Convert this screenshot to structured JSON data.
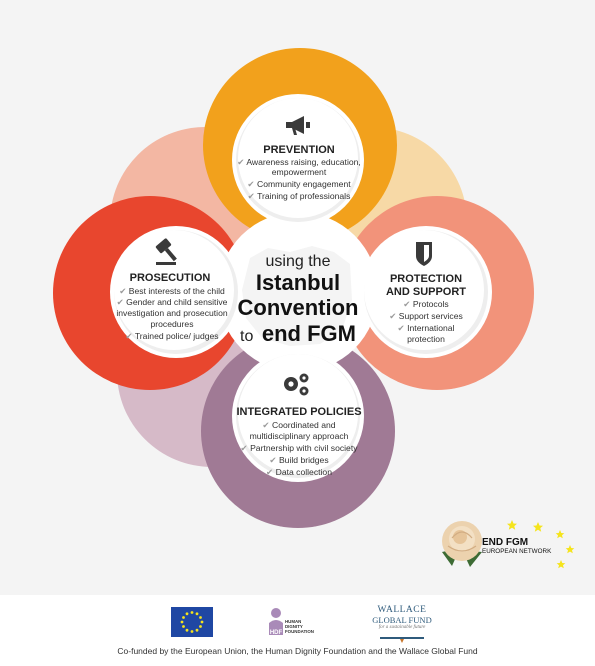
{
  "center": {
    "line1": "using the",
    "line2": "Istanbul",
    "line3": "Convention",
    "line4_prefix": "to",
    "line4_bold": "end FGM"
  },
  "pillars": {
    "prevention": {
      "title": "PREVENTION",
      "icon": "megaphone-icon",
      "color": "#f2a11c",
      "items": [
        "Awareness raising, education,",
        "empowerment",
        "Community engagement",
        "Training of professionals"
      ]
    },
    "prosecution": {
      "title": "PROSECUTION",
      "icon": "gavel-icon",
      "color": "#e8462e",
      "items": [
        "Best interests of the child",
        "Gender and child sensitive",
        "investigation and prosecution",
        "procedures",
        "Trained police/ judges"
      ]
    },
    "protection": {
      "title1": "PROTECTION",
      "title2": "AND SUPPORT",
      "icon": "shield-icon",
      "color": "#f2937a",
      "items": [
        "Protocols",
        "Support services",
        "International",
        "protection"
      ]
    },
    "integrated": {
      "title": "INTEGRATED POLICIES",
      "icon": "gears-icon",
      "color": "#a07a95",
      "items": [
        "Coordinated and",
        "multidisciplinary approach",
        "Partnership with civil society",
        "Build bridges",
        "Data collection"
      ]
    }
  },
  "network_logo": {
    "line1": "END FGM",
    "line2": "EUROPEAN NETWORK"
  },
  "footer": {
    "hdf_line1": "HUMAN",
    "hdf_line2": "DIGNITY",
    "hdf_line3": "FOUNDATION",
    "hdf_short": "HDF",
    "wallace_line1": "WALLACE",
    "wallace_line2": "GLOBAL FUND",
    "wallace_line3": "for a sustainable future",
    "cofunded": "Co-funded by the European Union, the Human Dignity Foundation and the Wallace Global Fund"
  }
}
